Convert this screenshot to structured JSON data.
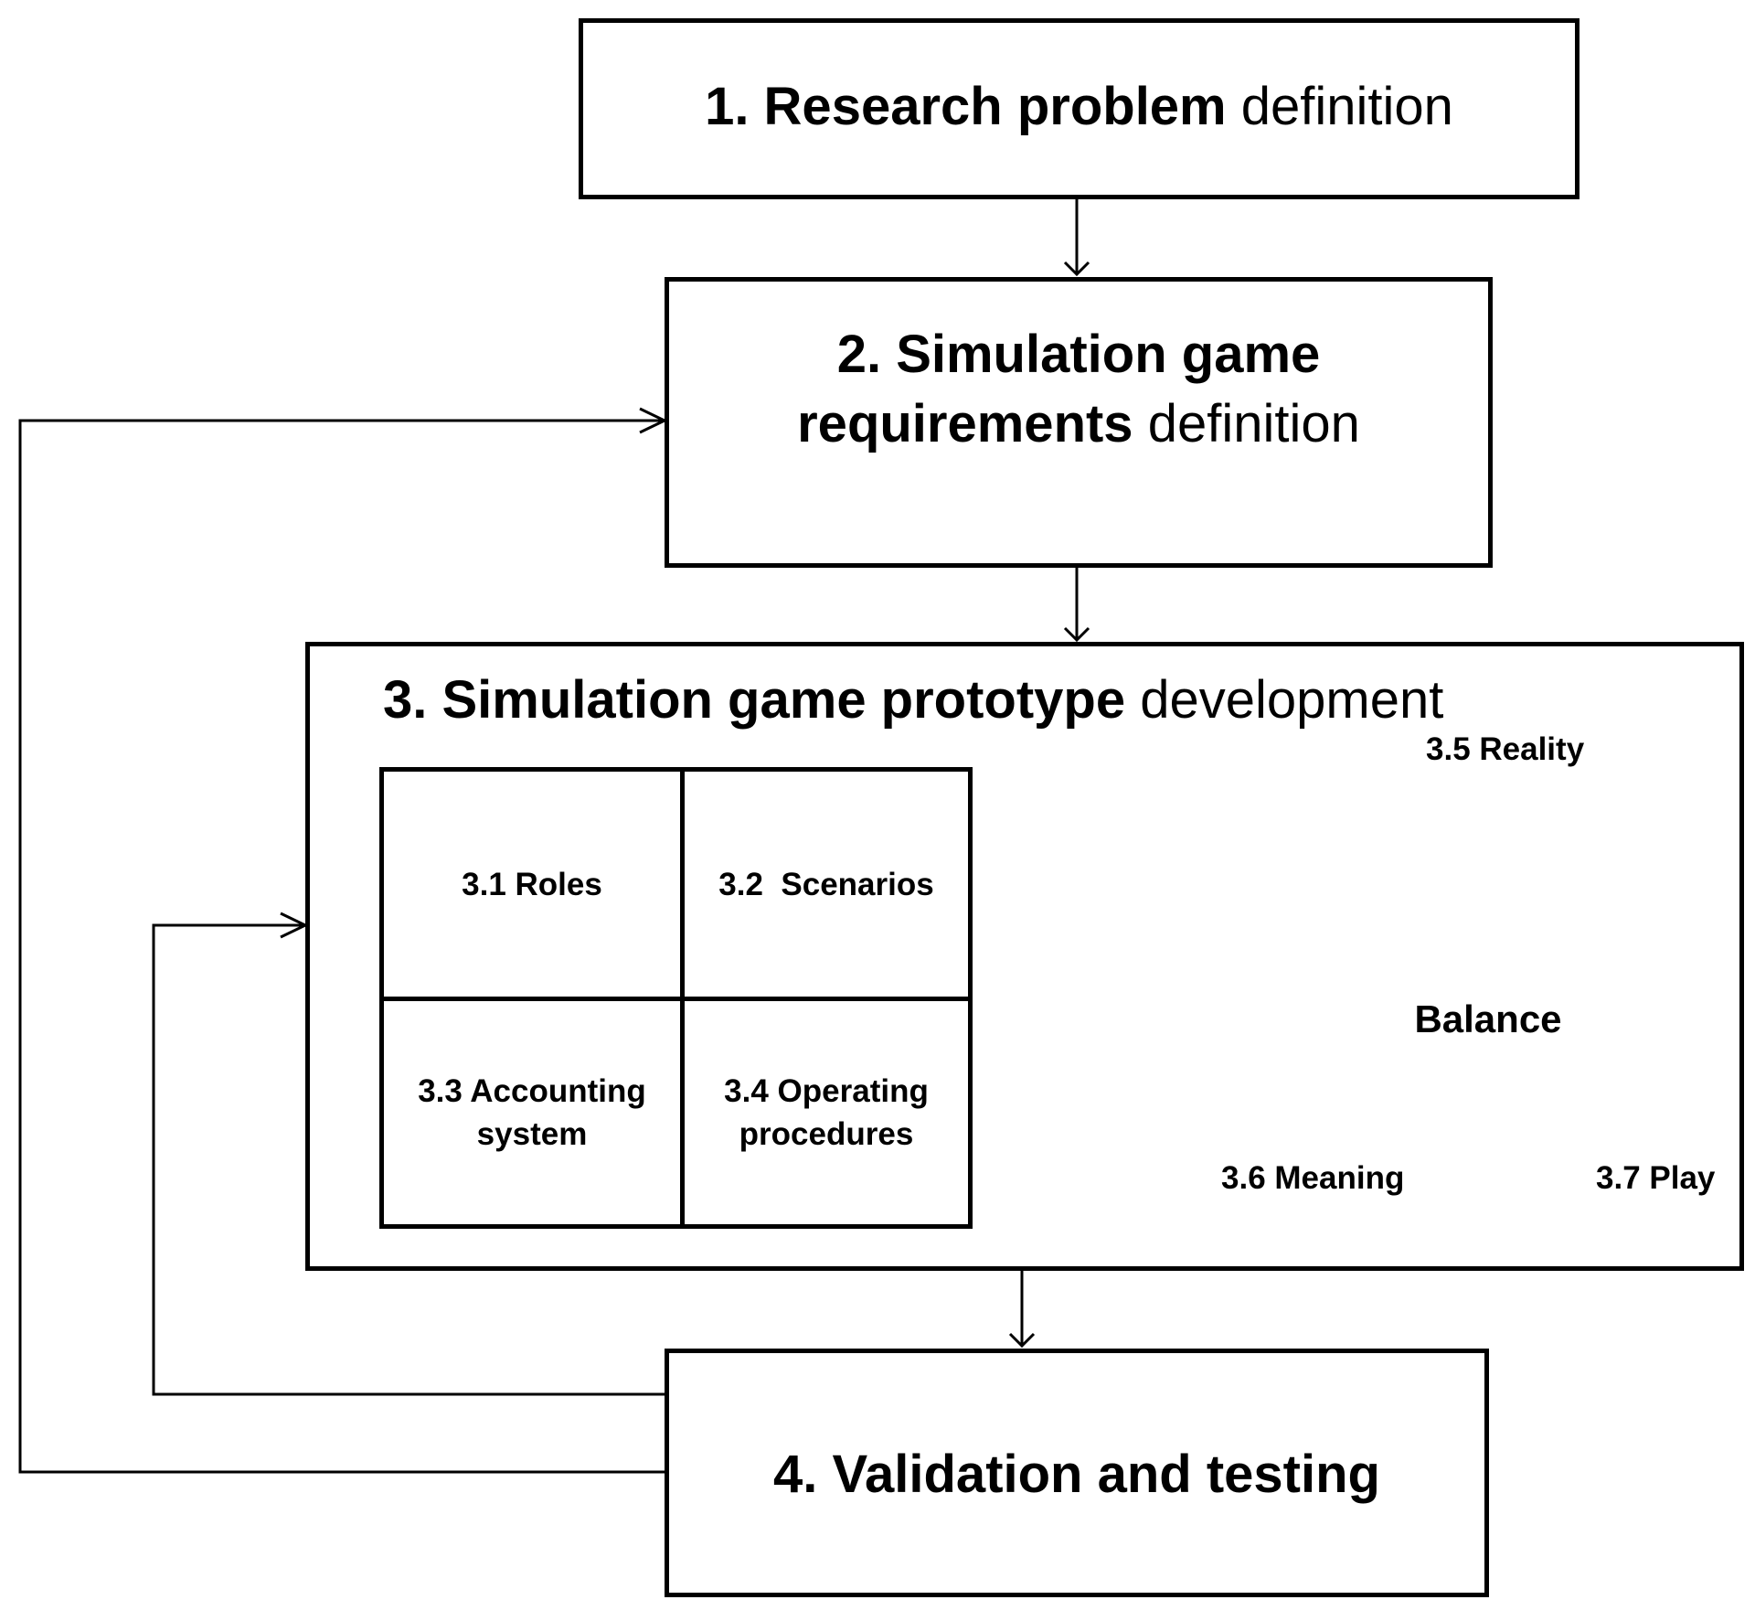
{
  "steps": {
    "step1": {
      "bold": "1. Research problem",
      "rest": "definition"
    },
    "step2": {
      "bold_line1": "2. Simulation game",
      "bold_line2": "requirements",
      "rest": "definition"
    },
    "step3": {
      "bold": "3. Simulation game prototype",
      "rest": "development"
    },
    "step4": {
      "bold": "4. Validation and testing"
    }
  },
  "grid": {
    "roles": "3.1 Roles",
    "scenarios": "3.2  Scenarios",
    "accounting_line1": "3.3 Accounting",
    "accounting_line2": "system",
    "operating_line1": "3.4 Operating",
    "operating_line2": "procedures"
  },
  "triangle": {
    "top": "3.5 Reality",
    "left": "3.6 Meaning",
    "right": "3.7 Play",
    "center": "Balance"
  }
}
